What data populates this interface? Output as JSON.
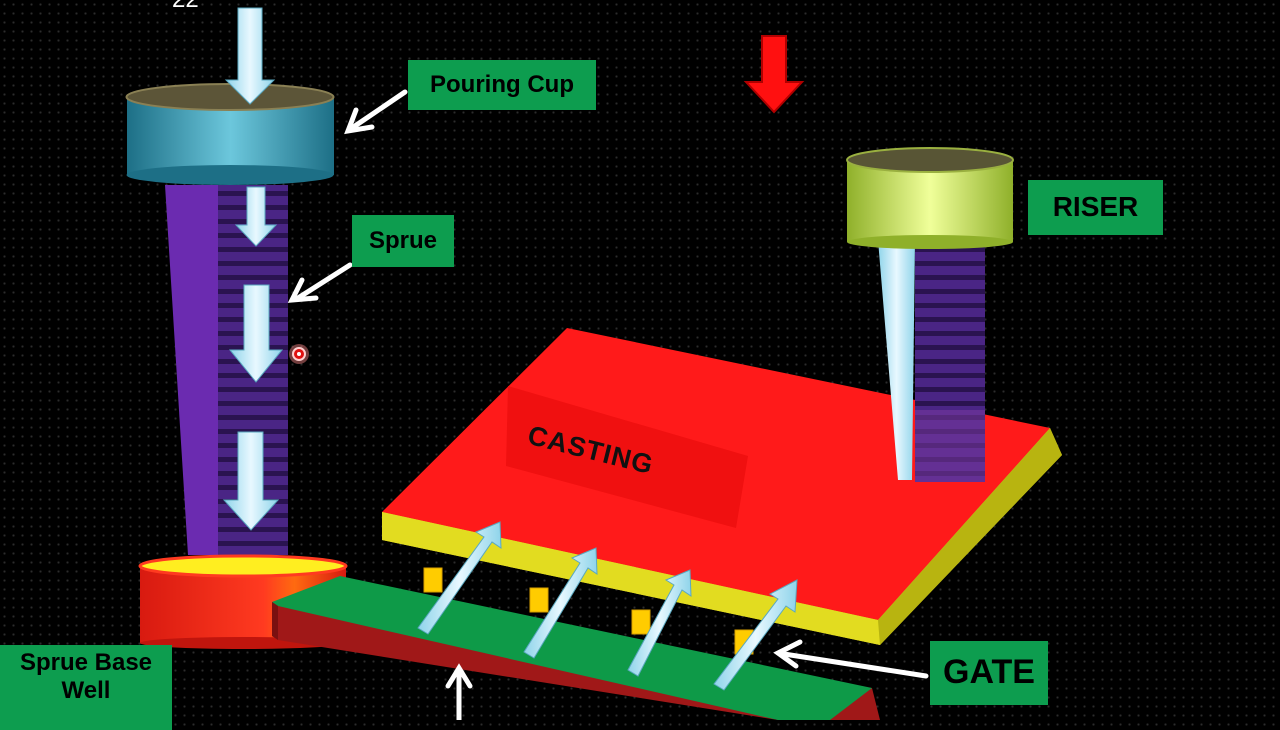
{
  "slide_number": "22",
  "labels": {
    "pouring_cup": "Pouring Cup",
    "sprue": "Sprue",
    "riser": "RISER",
    "casting": "CASTING",
    "gate": "GATE",
    "sprue_base_well": "Sprue Base Well"
  },
  "icons": [
    "red-down-arrow-icon",
    "laser-pointer-icon",
    "white-pointer-arrow-icon",
    "flow-arrow-icon"
  ],
  "colors": {
    "label_bg": "#0d9d4f",
    "casting_top": "#ff1a1a",
    "casting_edge": "#e6e01a",
    "pouring_cup": "#2f8fa8",
    "riser": "#c8e05a",
    "sprue": "#5a2a9a",
    "runner_top": "#0e9a48",
    "runner_side": "#9a1a1a",
    "sprue_base": "#ff2a1a"
  }
}
